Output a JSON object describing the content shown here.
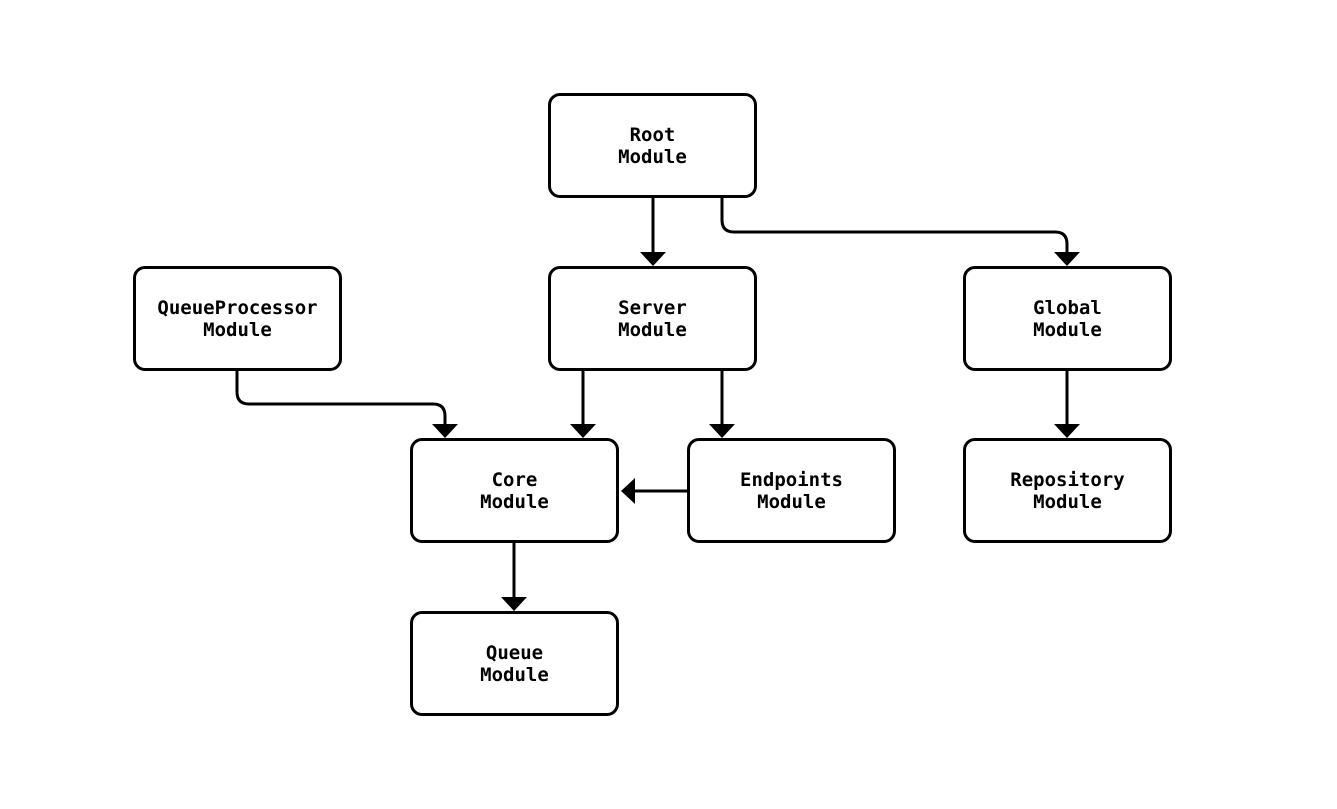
{
  "diagram": {
    "kind": "module-dependency-flowchart",
    "background_color": "#ffffff",
    "node_fill_color": "#ffffff",
    "node_border_color": "#000000",
    "edge_color": "#000000",
    "text_color": "#000000",
    "nodes": [
      {
        "id": "root",
        "label": "Root\nModule"
      },
      {
        "id": "queueprocessor",
        "label": "QueueProcessor\nModule"
      },
      {
        "id": "server",
        "label": "Server\nModule"
      },
      {
        "id": "global",
        "label": "Global\nModule"
      },
      {
        "id": "core",
        "label": "Core\nModule"
      },
      {
        "id": "endpoints",
        "label": "Endpoints\nModule"
      },
      {
        "id": "repository",
        "label": "Repository\nModule"
      },
      {
        "id": "queue",
        "label": "Queue\nModule"
      }
    ],
    "edges": [
      {
        "from": "root",
        "to": "server"
      },
      {
        "from": "root",
        "to": "global"
      },
      {
        "from": "queueprocessor",
        "to": "core"
      },
      {
        "from": "server",
        "to": "core"
      },
      {
        "from": "server",
        "to": "endpoints"
      },
      {
        "from": "endpoints",
        "to": "core"
      },
      {
        "from": "core",
        "to": "queue"
      },
      {
        "from": "global",
        "to": "repository"
      }
    ]
  }
}
